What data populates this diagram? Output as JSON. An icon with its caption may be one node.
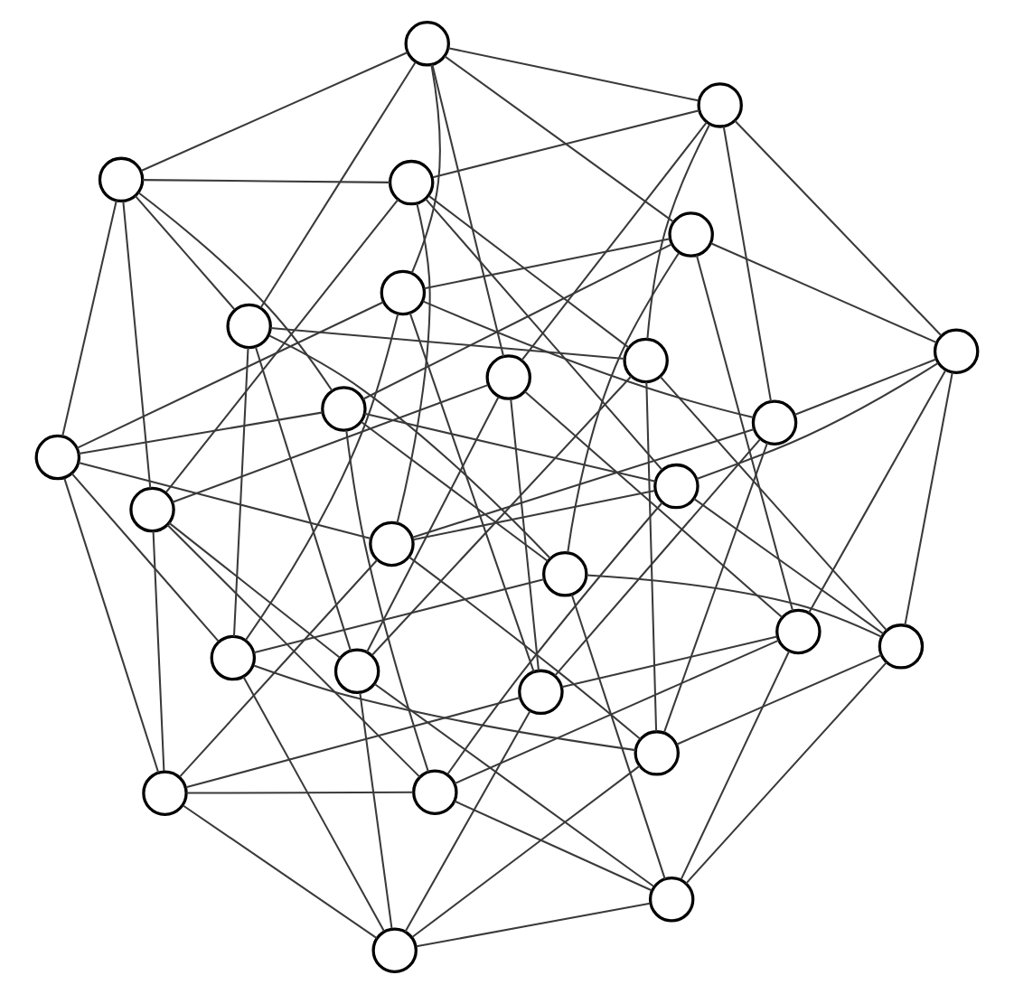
{
  "diagram": {
    "nodes": [
      {
        "text": [],
        "shape": "circle"
      },
      {
        "text": [],
        "shape": "circle"
      },
      {
        "text": [],
        "shape": "circle"
      },
      {
        "text": [],
        "shape": "circle"
      },
      {
        "text": [],
        "shape": "circle"
      },
      {
        "text": [],
        "shape": "circle"
      },
      {
        "text": [],
        "shape": "circle"
      },
      {
        "text": [],
        "shape": "circle"
      },
      {
        "text": [],
        "shape": "circle"
      },
      {
        "text": [],
        "shape": "circle"
      },
      {
        "text": [],
        "shape": "circle"
      },
      {
        "text": [],
        "shape": "circle"
      },
      {
        "text": [],
        "shape": "circle"
      },
      {
        "text": [],
        "shape": "circle"
      },
      {
        "text": [],
        "shape": "circle"
      },
      {
        "text": [],
        "shape": "circle"
      },
      {
        "text": [],
        "shape": "circle"
      },
      {
        "text": [],
        "shape": "circle"
      },
      {
        "text": [],
        "shape": "circle"
      },
      {
        "text": [],
        "shape": "circle"
      },
      {
        "text": [],
        "shape": "circle"
      },
      {
        "text": [],
        "shape": "circle"
      },
      {
        "text": [],
        "shape": "circle"
      },
      {
        "text": [],
        "shape": "circle"
      },
      {
        "text": [],
        "shape": "circle"
      },
      {
        "text": [],
        "shape": "circle"
      },
      {
        "text": [],
        "shape": "circle"
      }
    ],
    "edges": [
      {
        "from": 0,
        "to": 2,
        "arrow": "none"
      },
      {
        "from": 2,
        "to": 11,
        "arrow": "none"
      },
      {
        "from": 11,
        "to": 24,
        "arrow": "none"
      },
      {
        "from": 24,
        "to": 26,
        "arrow": "none"
      },
      {
        "from": 26,
        "to": 25,
        "arrow": "none"
      },
      {
        "from": 25,
        "to": 21,
        "arrow": "none"
      },
      {
        "from": 21,
        "to": 8,
        "arrow": "none"
      },
      {
        "from": 8,
        "to": 1,
        "arrow": "none"
      },
      {
        "from": 1,
        "to": 0,
        "arrow": "none"
      },
      {
        "from": 0,
        "to": 5,
        "arrow": "none"
      },
      {
        "from": 2,
        "to": 13,
        "arrow": "none"
      },
      {
        "from": 11,
        "to": 19,
        "arrow": "none"
      },
      {
        "from": 24,
        "to": 23,
        "arrow": "none"
      },
      {
        "from": 26,
        "to": 22,
        "arrow": "none"
      },
      {
        "from": 25,
        "to": 16,
        "arrow": "none"
      },
      {
        "from": 21,
        "to": 12,
        "arrow": "none"
      },
      {
        "from": 8,
        "to": 4,
        "arrow": "none"
      },
      {
        "from": 1,
        "to": 3,
        "arrow": "none"
      },
      {
        "from": 0,
        "to": 4,
        "arrow": "none"
      },
      {
        "from": 2,
        "to": 3,
        "arrow": "none"
      },
      {
        "from": 11,
        "to": 5,
        "arrow": "none"
      },
      {
        "from": 24,
        "to": 13,
        "arrow": "none"
      },
      {
        "from": 26,
        "to": 19,
        "arrow": "none"
      },
      {
        "from": 25,
        "to": 23,
        "arrow": "none"
      },
      {
        "from": 21,
        "to": 22,
        "arrow": "none"
      },
      {
        "from": 8,
        "to": 16,
        "arrow": "none"
      },
      {
        "from": 1,
        "to": 12,
        "arrow": "none"
      },
      {
        "from": 0,
        "to": 7,
        "arrow": "none"
      },
      {
        "from": 2,
        "to": 10,
        "arrow": "none"
      },
      {
        "from": 11,
        "to": 15,
        "arrow": "none"
      },
      {
        "from": 24,
        "to": 18,
        "arrow": "none"
      },
      {
        "from": 26,
        "to": 20,
        "arrow": "none"
      },
      {
        "from": 25,
        "to": 17,
        "arrow": "none"
      },
      {
        "from": 21,
        "to": 14,
        "arrow": "none"
      },
      {
        "from": 8,
        "to": 9,
        "arrow": "none"
      },
      {
        "from": 1,
        "to": 6,
        "arrow": "none"
      },
      {
        "from": 0,
        "to": 6,
        "arrow": "none"
      },
      {
        "from": 2,
        "to": 7,
        "arrow": "none"
      },
      {
        "from": 11,
        "to": 10,
        "arrow": "none"
      },
      {
        "from": 24,
        "to": 15,
        "arrow": "none"
      },
      {
        "from": 26,
        "to": 18,
        "arrow": "none"
      },
      {
        "from": 25,
        "to": 20,
        "arrow": "none"
      },
      {
        "from": 21,
        "to": 17,
        "arrow": "none"
      },
      {
        "from": 8,
        "to": 14,
        "arrow": "none"
      },
      {
        "from": 1,
        "to": 9,
        "arrow": "none"
      },
      {
        "from": 3,
        "to": 13,
        "arrow": "none"
      },
      {
        "from": 5,
        "to": 19,
        "arrow": "none"
      },
      {
        "from": 13,
        "to": 23,
        "arrow": "none"
      },
      {
        "from": 19,
        "to": 22,
        "arrow": "none"
      },
      {
        "from": 23,
        "to": 16,
        "arrow": "none"
      },
      {
        "from": 22,
        "to": 12,
        "arrow": "none"
      },
      {
        "from": 16,
        "to": 4,
        "arrow": "none"
      },
      {
        "from": 12,
        "to": 3,
        "arrow": "none"
      },
      {
        "from": 4,
        "to": 5,
        "arrow": "none"
      },
      {
        "from": 7,
        "to": 20,
        "arrow": "none"
      },
      {
        "from": 10,
        "to": 17,
        "arrow": "none"
      },
      {
        "from": 15,
        "to": 14,
        "arrow": "none"
      },
      {
        "from": 18,
        "to": 9,
        "arrow": "none"
      },
      {
        "from": 20,
        "to": 6,
        "arrow": "none"
      },
      {
        "from": 17,
        "to": 7,
        "arrow": "none"
      },
      {
        "from": 14,
        "to": 10,
        "arrow": "none"
      },
      {
        "from": 9,
        "to": 15,
        "arrow": "none"
      },
      {
        "from": 6,
        "to": 18,
        "arrow": "none"
      },
      {
        "from": 3,
        "to": 15,
        "arrow": "none"
      },
      {
        "from": 5,
        "to": 18,
        "arrow": "none"
      },
      {
        "from": 13,
        "to": 20,
        "arrow": "none"
      },
      {
        "from": 19,
        "to": 17,
        "arrow": "none"
      },
      {
        "from": 23,
        "to": 14,
        "arrow": "none"
      },
      {
        "from": 22,
        "to": 9,
        "arrow": "none"
      },
      {
        "from": 16,
        "to": 6,
        "arrow": "none"
      },
      {
        "from": 12,
        "to": 7,
        "arrow": "none"
      },
      {
        "from": 4,
        "to": 10,
        "arrow": "none"
      },
      {
        "from": 3,
        "to": 14,
        "arrow": "none"
      },
      {
        "from": 5,
        "to": 9,
        "arrow": "none"
      },
      {
        "from": 13,
        "to": 6,
        "arrow": "none"
      },
      {
        "from": 19,
        "to": 7,
        "arrow": "none"
      },
      {
        "from": 23,
        "to": 10,
        "arrow": "none"
      },
      {
        "from": 22,
        "to": 15,
        "arrow": "none"
      },
      {
        "from": 16,
        "to": 18,
        "arrow": "none"
      },
      {
        "from": 12,
        "to": 20,
        "arrow": "none"
      },
      {
        "from": 4,
        "to": 17,
        "arrow": "none"
      }
    ]
  }
}
